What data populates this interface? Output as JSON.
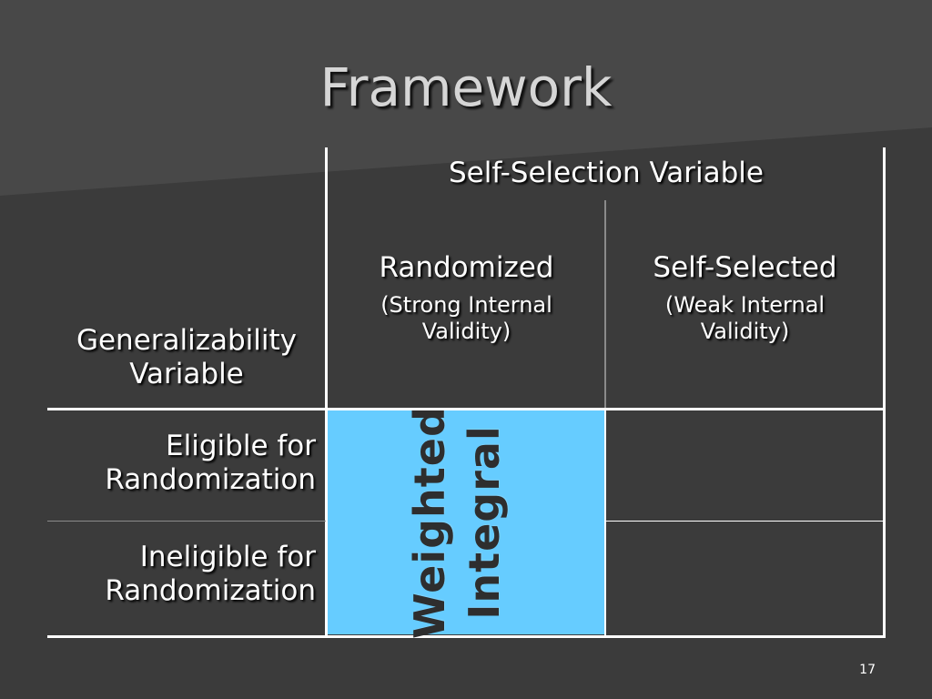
{
  "slide": {
    "title": "Framework",
    "page_number": "17"
  },
  "table": {
    "column_group_header": "Self-Selection Variable",
    "row_group_header": [
      "Generalizability",
      "Variable"
    ],
    "columns": [
      {
        "label": "Randomized",
        "sublabel": [
          "(Strong Internal",
          "Validity)"
        ]
      },
      {
        "label": "Self-Selected",
        "sublabel": [
          "(Weak Internal",
          "Validity)"
        ]
      }
    ],
    "rows": [
      {
        "label": [
          "Eligible for",
          "Randomization"
        ]
      },
      {
        "label": [
          "Ineligible for",
          "Randomization"
        ]
      }
    ],
    "highlight": {
      "lines": [
        "Weighted",
        "Integral"
      ],
      "color": "#66ccff"
    }
  }
}
